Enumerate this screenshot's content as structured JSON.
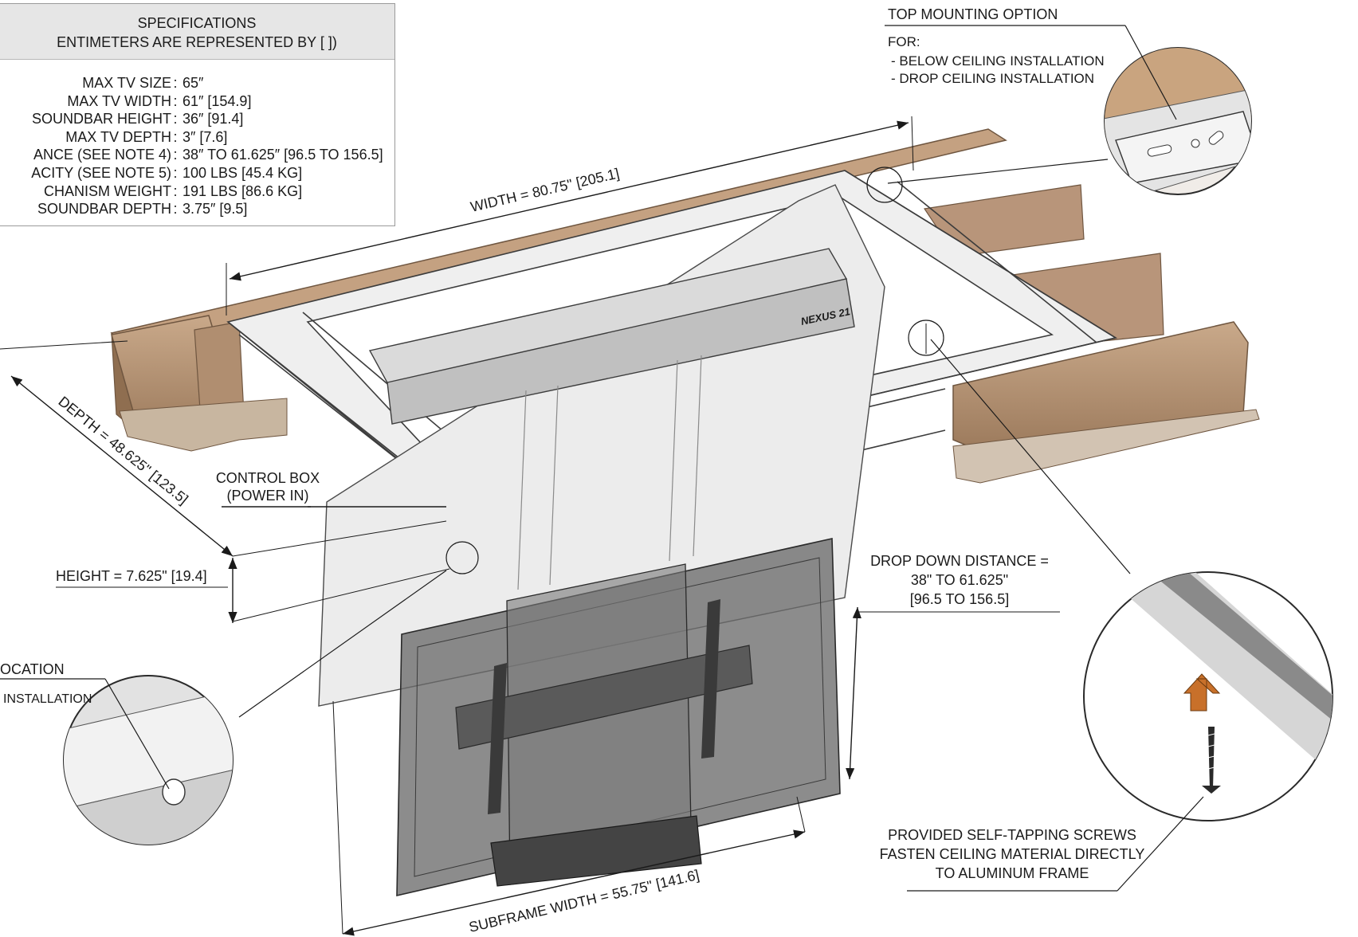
{
  "specifications": {
    "title": "SPECIFICATIONS",
    "subtitle": "ENTIMETERS ARE REPRESENTED BY [ ])",
    "rows": [
      {
        "label": "MAX TV SIZE",
        "value": "65″"
      },
      {
        "label": "MAX TV WIDTH",
        "value": "61″ [154.9]"
      },
      {
        "label": "SOUNDBAR HEIGHT",
        "value": "36″ [91.4]"
      },
      {
        "label": "MAX TV DEPTH",
        "value": "3″ [7.6]"
      },
      {
        "label": "ANCE (SEE NOTE 4)",
        "value": "38″ TO 61.625″ [96.5 TO 156.5]"
      },
      {
        "label": "ACITY (SEE NOTE 5)",
        "value": "100 LBS [45.4 KG]"
      },
      {
        "label": "CHANISM WEIGHT",
        "value": "191 LBS [86.6 KG]"
      },
      {
        "label": "SOUNDBAR DEPTH",
        "value": "3.75″ [9.5]"
      }
    ]
  },
  "top_mounting": {
    "title": "TOP MOUNTING OPTION",
    "for_label": "FOR:",
    "items": [
      "- BELOW CEILING INSTALLATION",
      "- DROP CEILING INSTALLATION"
    ]
  },
  "dimensions": {
    "width": "WIDTH = 80.75\" [205.1]",
    "depth": "DEPTH = 48.625\" [123.5]",
    "height": "HEIGHT = 7.625\" [19.4]",
    "subframe_width": "SUBFRAME WIDTH = 55.75\" [141.6]",
    "drop_down": [
      "DROP DOWN DISTANCE =",
      "38\" TO 61.625\"",
      "[96.5 TO 156.5]"
    ]
  },
  "control_box": [
    "CONTROL BOX",
    "(POWER IN)"
  ],
  "location_note": {
    "title": "OCATION",
    "subtitle": "INSTALLATION"
  },
  "screws_note": [
    "PROVIDED SELF-TAPPING SCREWS",
    "FASTEN CEILING MATERIAL DIRECTLY",
    "TO ALUMINUM FRAME"
  ],
  "brand_mark": "NEXUS 21",
  "colors": {
    "wood": "#b59070",
    "wood_dark": "#8a6a4f",
    "frame": "#d7d7d7",
    "panel": "#e6e6e6",
    "tv": "#5a5a5a",
    "arrow": "#c8702a"
  }
}
